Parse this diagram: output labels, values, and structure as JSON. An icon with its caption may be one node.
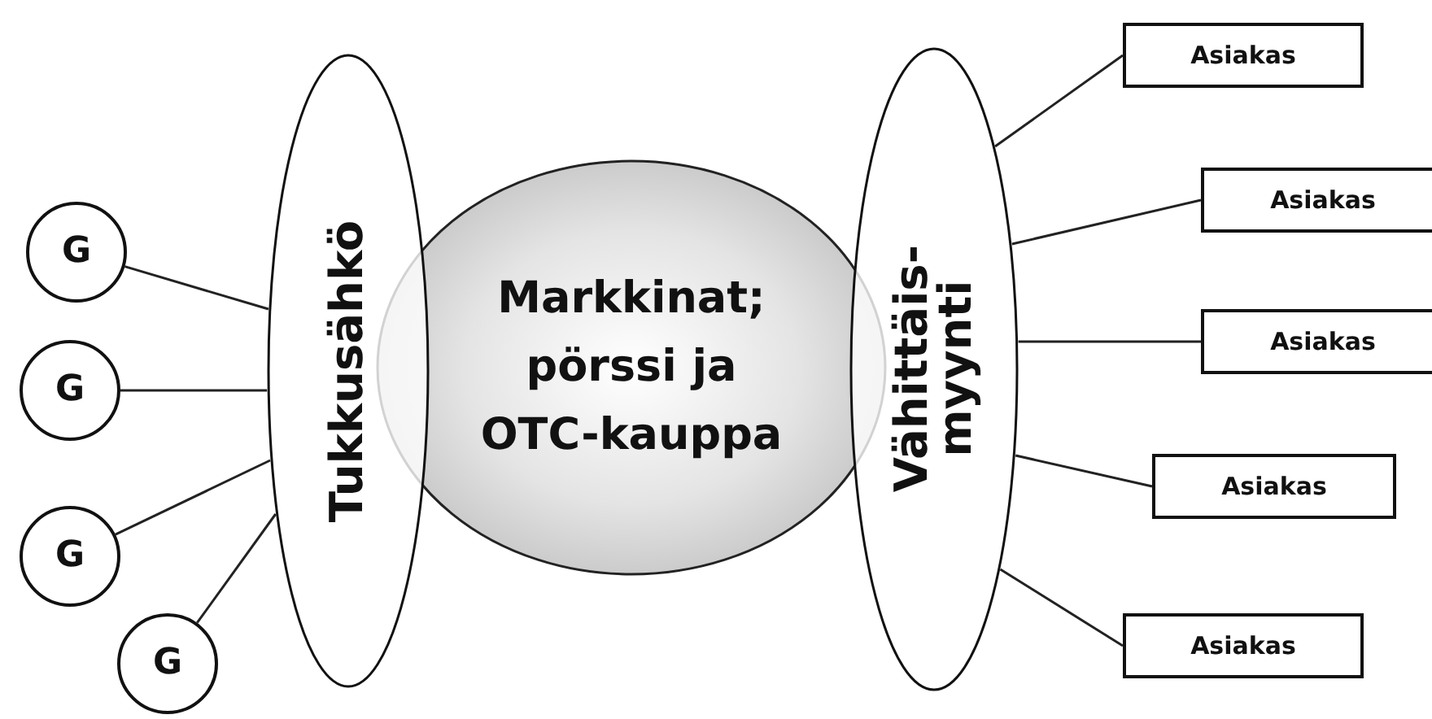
{
  "diagram": {
    "nodes": [
      {
        "text": [
          "G"
        ]
      },
      {
        "text": [
          "G"
        ]
      },
      {
        "text": [
          "G"
        ]
      },
      {
        "text": [
          "G"
        ]
      },
      {
        "text": [
          "Markkinat; pörssi ja OTC-kauppa"
        ]
      },
      {
        "text": [
          "Tukkusähkö"
        ]
      },
      {
        "text": [
          "Vähittäis- myynti"
        ]
      },
      {
        "text": [
          "Asiakas"
        ]
      },
      {
        "text": [
          "Asiakas"
        ]
      },
      {
        "text": [
          "Asiakas"
        ]
      },
      {
        "text": [
          "Asiakas"
        ]
      },
      {
        "text": [
          "Asiakas"
        ]
      }
    ],
    "edges": [
      {
        "from": 0,
        "to": 5,
        "arrow": "none"
      },
      {
        "from": 1,
        "to": 5,
        "arrow": "none"
      },
      {
        "from": 2,
        "to": 5,
        "arrow": "none"
      },
      {
        "from": 3,
        "to": 5,
        "arrow": "none"
      },
      {
        "from": 6,
        "to": 7,
        "arrow": "none"
      },
      {
        "from": 6,
        "to": 8,
        "arrow": "none"
      },
      {
        "from": 6,
        "to": 9,
        "arrow": "none"
      },
      {
        "from": 6,
        "to": 10,
        "arrow": "none"
      },
      {
        "from": 6,
        "to": 11,
        "arrow": "none"
      }
    ]
  }
}
